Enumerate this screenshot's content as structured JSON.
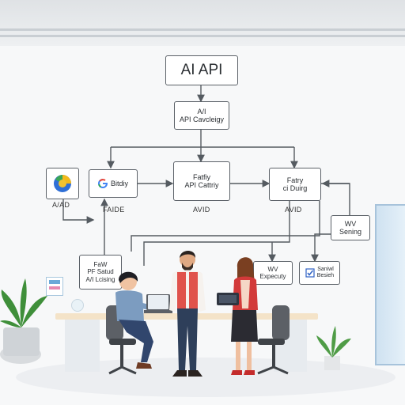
{
  "diagram": {
    "title": "AI API",
    "api_line1": "A/I",
    "api_line2": "API Cavcleigy",
    "left_label": "A/AD",
    "google_box": "Bitdiy",
    "google_label": "FAIDE",
    "center_line1": "Fatfiy",
    "center_line2": "API Cattriy",
    "center_label": "AVID",
    "right_line1": "Fatry",
    "right_line2": "ci Duirg",
    "right_label": "AVID",
    "far_right_line1": "WV",
    "far_right_line2": "Sening",
    "left_card_line1": "FaW",
    "left_card_line2": "PF Satud",
    "left_card_line3": "A/I Lcising",
    "mid_card_line1": "WV",
    "mid_card_line2": "Expecuty",
    "check_card_line1": "Saniwl",
    "check_card_line2": "Besieh"
  },
  "colors": {
    "box_border": "#5b6168",
    "wire": "#555b61",
    "desk": "#f4e3c8",
    "vest": "#e0524b",
    "blazer": "#d23a3a",
    "plant": "#3f8f3a"
  },
  "icons": [
    "google-logo-icon",
    "colored-logo-icon",
    "check-icon",
    "plant-icon",
    "laptop-icon",
    "tablet-icon",
    "chair-icon"
  ]
}
